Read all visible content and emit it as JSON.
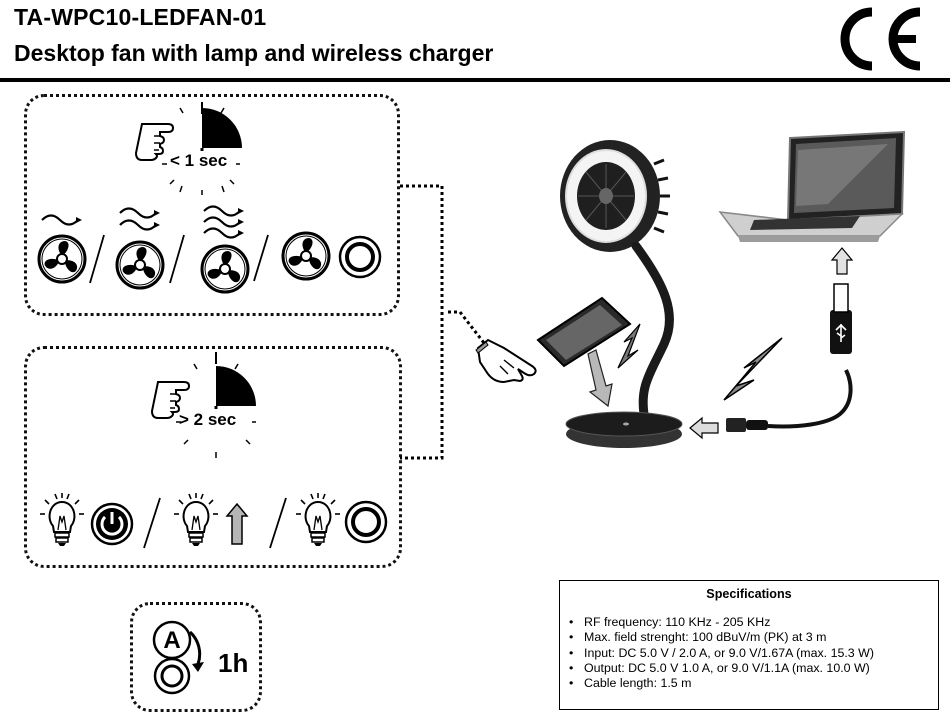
{
  "header": {
    "model": "TA-WPC10-LEDFAN-01",
    "subtitle": "Desktop fan with lamp and wireless charger"
  },
  "marks": {
    "ce": "CE"
  },
  "fan_panel": {
    "press_label": "< 1 sec",
    "modes": [
      "fan speed 1",
      "fan speed 2",
      "fan speed 3",
      "fan oscillation/fan",
      "off"
    ]
  },
  "lamp_panel": {
    "press_label": "> 2 sec",
    "modes": [
      "lamp on",
      "lamp brighter",
      "lamp off"
    ]
  },
  "timer_panel": {
    "button_letter": "A",
    "duration": "1h"
  },
  "specs": {
    "title": "Specifications",
    "items": [
      "RF frequency: 110 KHz - 205 KHz",
      "Max. field strenght: 100 dBuV/m (PK) at 3 m",
      "Input: DC 5.0 V / 2.0 A, or 9.0 V/1.67A (max. 15.3 W)",
      "Output: DC 5.0 V 1.0 A, or 9.0 V/1.1A (max. 10.0 W)",
      "Cable length: 1.5 m"
    ]
  },
  "colors": {
    "ink": "#000000",
    "gray": "#9a9a9a",
    "dark": "#2b2b2b"
  }
}
